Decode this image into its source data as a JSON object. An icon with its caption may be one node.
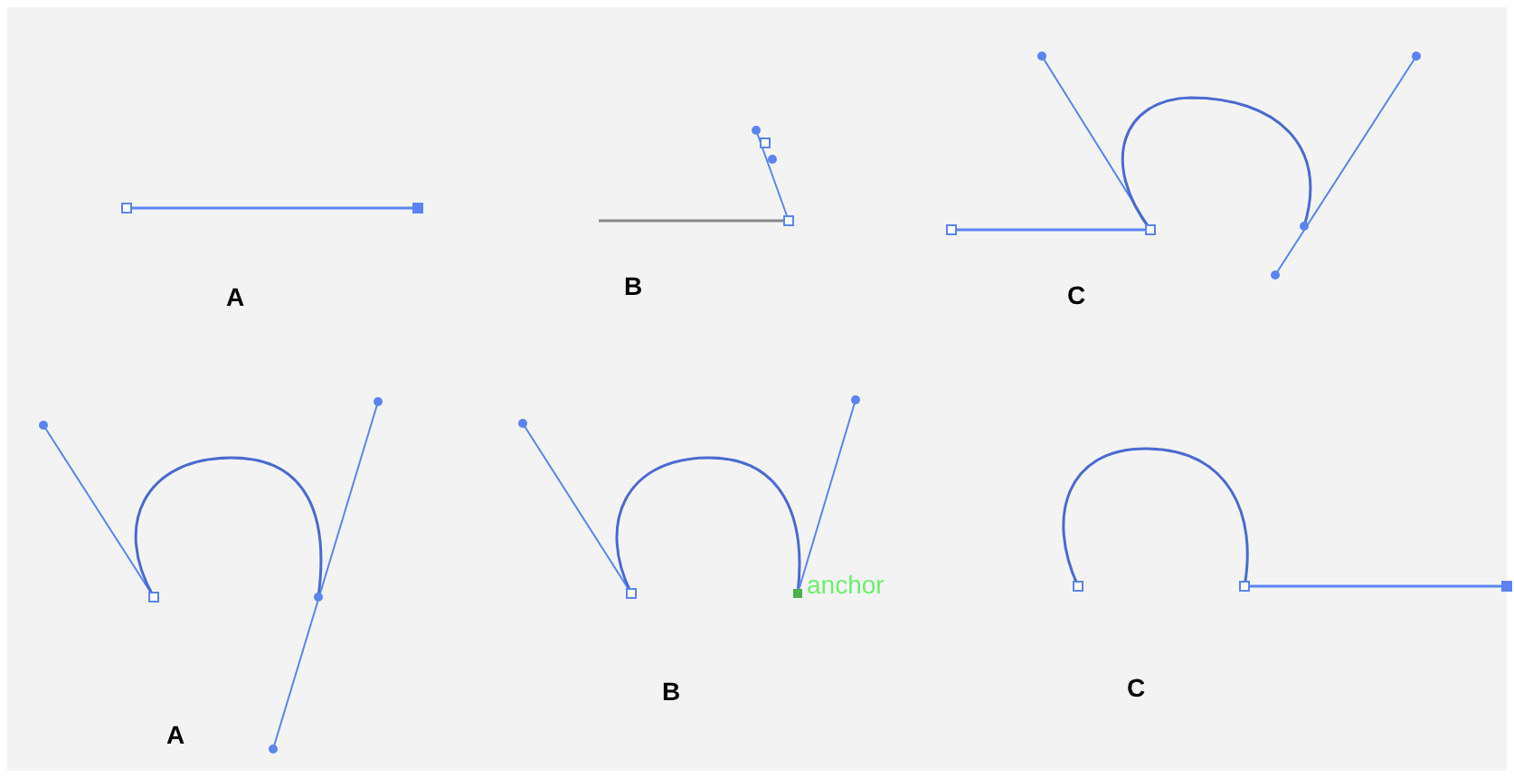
{
  "diagram": {
    "labels": [
      "A",
      "B",
      "C",
      "A",
      "B",
      "C",
      "anchor"
    ]
  }
}
